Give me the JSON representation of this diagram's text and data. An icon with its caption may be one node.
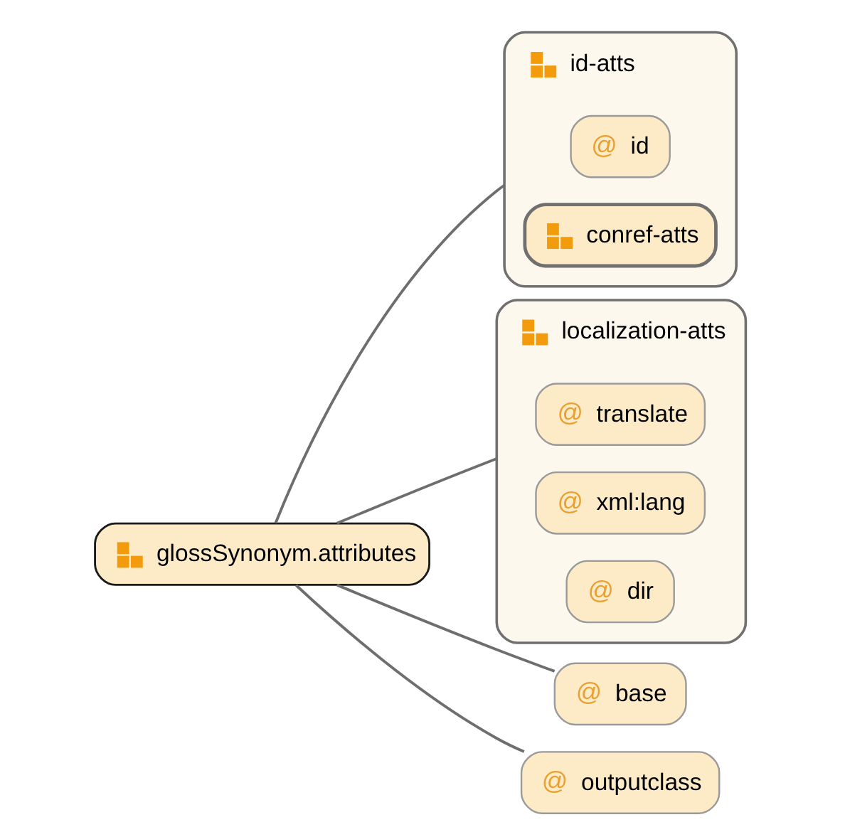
{
  "diagram": {
    "nodes": [
      {
        "text": [
          "glossSynonym.attributes"
        ]
      },
      {
        "text": [
          "id-atts"
        ]
      },
      {
        "text": [
          "@",
          "id"
        ],
        "in": 1
      },
      {
        "text": [
          "conref-atts"
        ],
        "in": 1
      },
      {
        "text": [
          "localization-atts"
        ]
      },
      {
        "text": [
          "@",
          "translate"
        ],
        "in": 4
      },
      {
        "text": [
          "@",
          "xml:lang"
        ],
        "in": 4
      },
      {
        "text": [
          "@",
          "dir"
        ],
        "in": 4
      },
      {
        "text": [
          "@",
          "base"
        ]
      },
      {
        "text": [
          "@",
          "outputclass"
        ]
      }
    ],
    "edges": [
      {
        "from": 0,
        "to": 1,
        "arrow": "none"
      },
      {
        "from": 0,
        "to": 4,
        "arrow": "none"
      },
      {
        "from": 0,
        "to": 8,
        "arrow": "none"
      },
      {
        "from": 0,
        "to": 9,
        "arrow": "none"
      }
    ]
  }
}
